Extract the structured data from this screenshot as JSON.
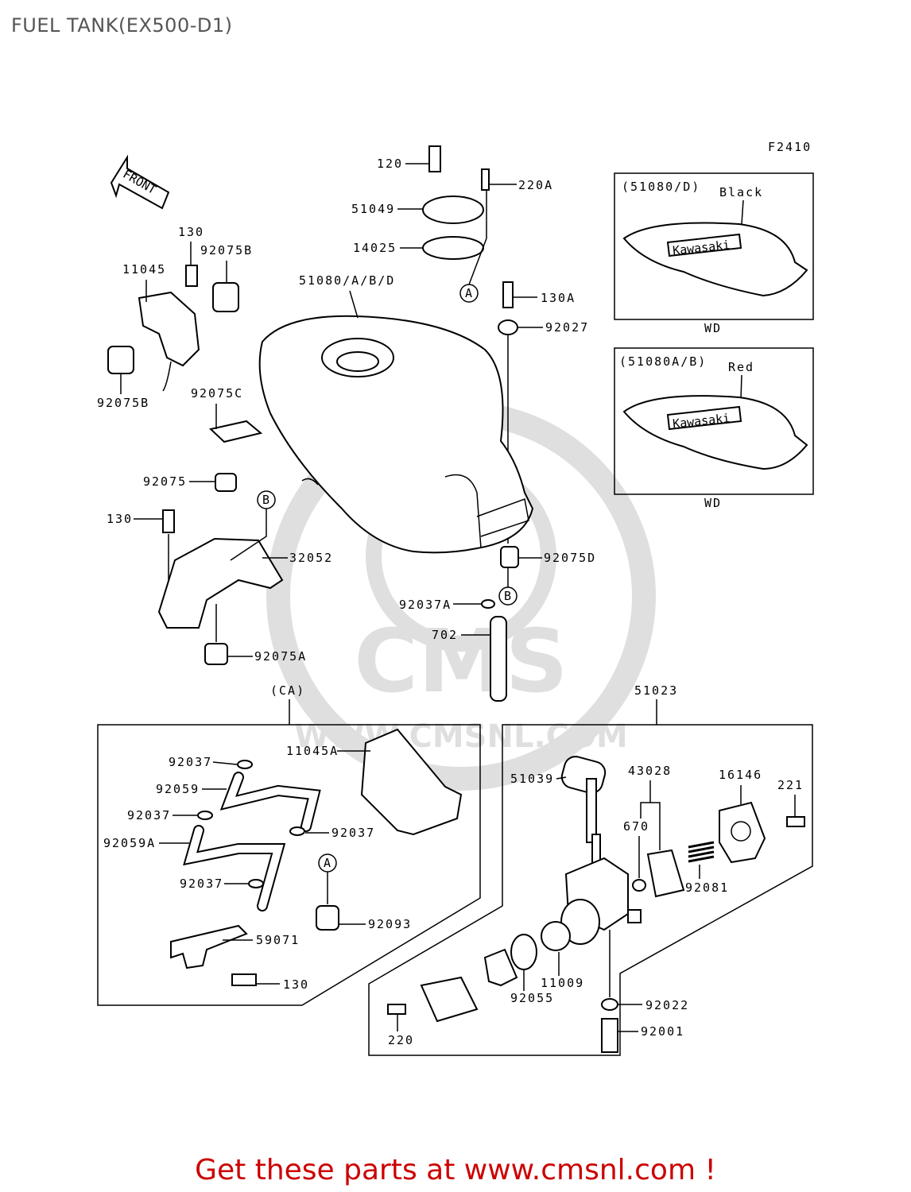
{
  "title": "FUEL TANK(EX500-D1)",
  "figure_code": "F2410",
  "direction_arrow": "FRONT",
  "footer": "Get these parts at www.cmsnl.com !",
  "watermark": {
    "text": "CMS",
    "url": "WWW.CMSNL.COM"
  },
  "variants": [
    {
      "model": "(51080/D)",
      "color": "Black",
      "brand": "Kawasaki",
      "code": "WD"
    },
    {
      "model": "(51080A/B)",
      "color": "Red",
      "brand": "Kawasaki",
      "code": "WD"
    }
  ],
  "groups": {
    "ca": "(CA)",
    "cock": "51023"
  },
  "callouts": {
    "a": "A",
    "b": "B"
  },
  "parts": {
    "p120": "120",
    "p220A": "220A",
    "p51049": "51049",
    "p14025": "14025",
    "p130A": "130A",
    "p92027": "92027",
    "p51080": "51080/A/B/D",
    "p130_top": "130",
    "p92075B_top": "92075B",
    "p11045": "11045",
    "p92075B_bot": "92075B",
    "p92075C": "92075C",
    "p92075": "92075",
    "p130_mid": "130",
    "p32052": "32052",
    "p92075A": "92075A",
    "p92075D": "92075D",
    "p92037A": "92037A",
    "p702": "702",
    "p11045A": "11045A",
    "p92037_1": "92037",
    "p92059": "92059",
    "p92037_2": "92037",
    "p92059A": "92059A",
    "p92037_3": "92037",
    "p92037_4": "92037",
    "p92093": "92093",
    "p59071": "59071",
    "p130_ca": "130",
    "p51039": "51039",
    "p43028": "43028",
    "p16146": "16146",
    "p221": "221",
    "p670": "670",
    "p92081": "92081",
    "p11009": "11009",
    "p92055": "92055",
    "p92022": "92022",
    "p92001": "92001",
    "p220": "220"
  }
}
